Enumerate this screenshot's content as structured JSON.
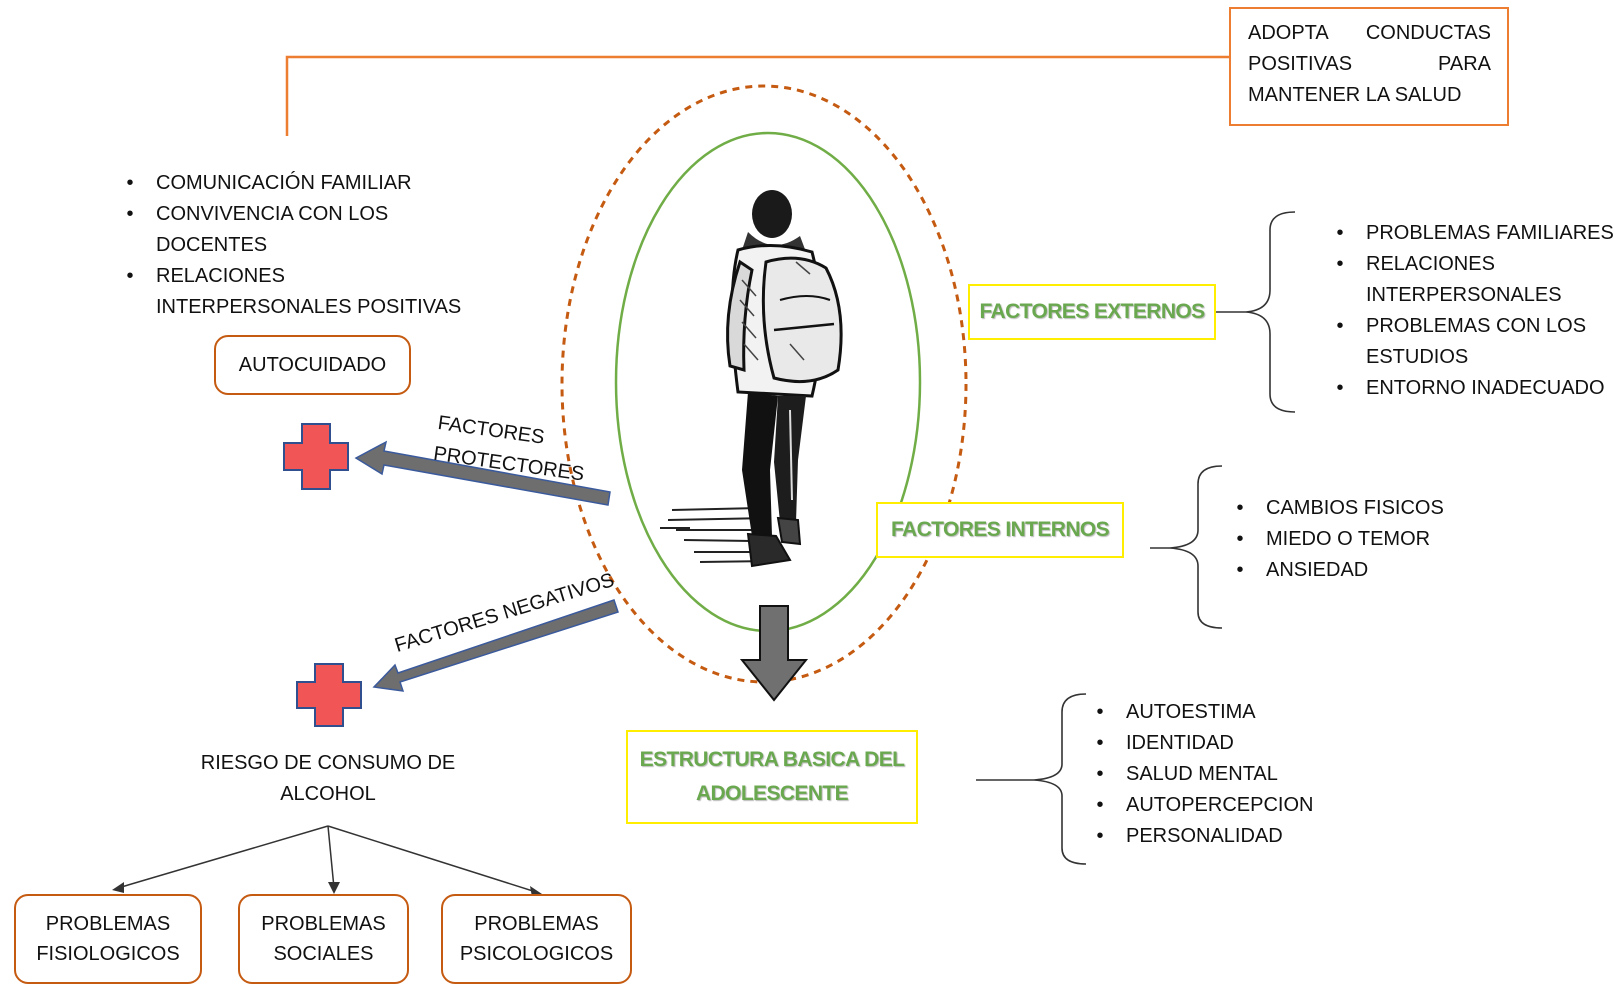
{
  "top_box": {
    "line1_left": "ADOPTA",
    "line1_right": "CONDUCTAS",
    "line2_left": "POSITIVAS",
    "line2_right": "PARA",
    "line3": "MANTENER LA SALUD"
  },
  "protective_list": [
    "COMUNICACIÓN FAMILIAR",
    "CONVIVENCIA CON LOS DOCENTES",
    "RELACIONES INTERPERSONALES POSITIVAS"
  ],
  "autocuidado": "AUTOCUIDADO",
  "factores_protectores": {
    "line1": "FACTORES",
    "line2": "PROTECTORES"
  },
  "factores_negativos": "FACTORES NEGATIVOS",
  "riesgo": {
    "line1": "RIESGO DE CONSUMO DE",
    "line2": "ALCOHOL"
  },
  "problems": [
    {
      "line1": "PROBLEMAS",
      "line2": "FISIOLOGICOS"
    },
    {
      "line1": "PROBLEMAS",
      "line2": "SOCIALES"
    },
    {
      "line1": "PROBLEMAS",
      "line2": "PSICOLOGICOS"
    }
  ],
  "factores_externos": {
    "label": "FACTORES EXTERNOS",
    "items": [
      "PROBLEMAS FAMILIARES",
      "RELACIONES INTERPERSONALES",
      "PROBLEMAS CON LOS ESTUDIOS",
      "ENTORNO INADECUADO"
    ]
  },
  "factores_internos": {
    "label": "FACTORES INTERNOS",
    "items": [
      "CAMBIOS FISICOS",
      "MIEDO O TEMOR",
      "ANSIEDAD"
    ]
  },
  "estructura": {
    "line1": "ESTRUCTURA BASICA DEL",
    "line2": "ADOLESCENTE",
    "items": [
      "AUTOESTIMA",
      "IDENTIDAD",
      "SALUD MENTAL",
      "AUTOPERCEPCION",
      "PERSONALIDAD"
    ]
  },
  "bullet": "•",
  "colors": {
    "orange": "#c55a11",
    "dashed_orange": "#c55a11",
    "green": "#70ad47",
    "yellow": "#ffee00",
    "label_green": "#6aa84f",
    "arrow_fill": "#6e6e6e",
    "cross_fill": "#f25555",
    "cross_stroke": "#2f4f8f"
  },
  "icons": [
    "walking-teen-illustration",
    "red-cross-icon",
    "down-arrow"
  ]
}
